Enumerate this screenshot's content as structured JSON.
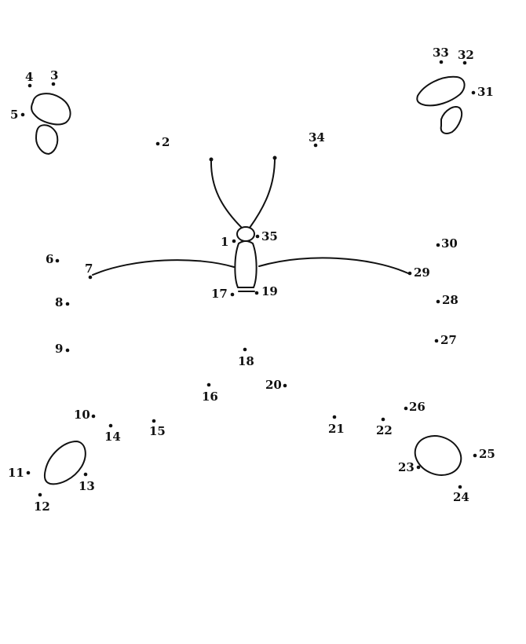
{
  "puzzle": {
    "type": "connect-the-dots",
    "color": "#111111",
    "dots": [
      {
        "n": "1"
      },
      {
        "n": "2"
      },
      {
        "n": "3"
      },
      {
        "n": "4"
      },
      {
        "n": "5"
      },
      {
        "n": "6"
      },
      {
        "n": "7"
      },
      {
        "n": "8"
      },
      {
        "n": "9"
      },
      {
        "n": "10"
      },
      {
        "n": "11"
      },
      {
        "n": "12"
      },
      {
        "n": "13"
      },
      {
        "n": "14"
      },
      {
        "n": "15"
      },
      {
        "n": "16"
      },
      {
        "n": "17"
      },
      {
        "n": "18"
      },
      {
        "n": "19"
      },
      {
        "n": "20"
      },
      {
        "n": "21"
      },
      {
        "n": "22"
      },
      {
        "n": "23"
      },
      {
        "n": "24"
      },
      {
        "n": "25"
      },
      {
        "n": "26"
      },
      {
        "n": "27"
      },
      {
        "n": "28"
      },
      {
        "n": "29"
      },
      {
        "n": "30"
      },
      {
        "n": "31"
      },
      {
        "n": "32"
      },
      {
        "n": "33"
      },
      {
        "n": "34"
      },
      {
        "n": "35"
      }
    ]
  }
}
